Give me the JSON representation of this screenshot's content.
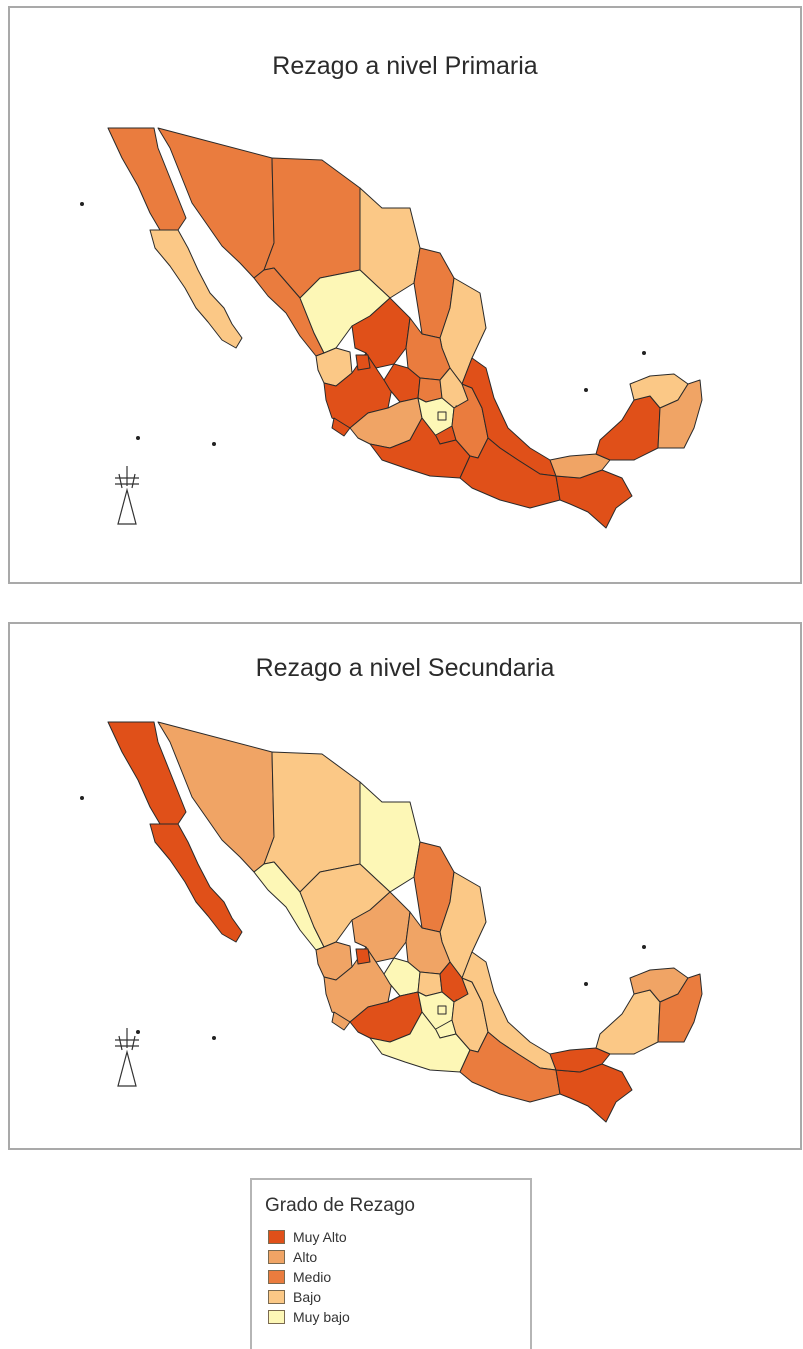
{
  "colors": {
    "muy_alto": "#e05019",
    "alto": "#f0a465",
    "medio": "#ea7c3e",
    "bajo": "#fbc886",
    "muy_bajo": "#fdf7b6"
  },
  "maps": [
    {
      "title": "Rezago a nivel Primaria",
      "states": {
        "baja_california": "medio",
        "baja_california_sur": "bajo",
        "sonora": "medio",
        "chihuahua": "medio",
        "coahuila": "bajo",
        "nuevo_leon": "medio",
        "tamaulipas": "bajo",
        "sinaloa": "medio",
        "durango": "muy_bajo",
        "zacatecas": "muy_alto",
        "san_luis_potosi": "medio",
        "nayarit": "bajo",
        "jalisco": "muy_alto",
        "aguascalientes": "muy_alto",
        "guanajuato": "muy_alto",
        "queretaro": "medio",
        "hidalgo": "bajo",
        "colima": "muy_alto",
        "michoacan": "alto",
        "mexico": "muy_bajo",
        "cdmx": "muy_bajo",
        "tlaxcala": "muy_bajo",
        "morelos": "muy_alto",
        "guerrero": "muy_alto",
        "puebla": "medio",
        "veracruz": "muy_alto",
        "oaxaca": "muy_alto",
        "chiapas": "muy_alto",
        "tabasco": "alto",
        "campeche": "muy_alto",
        "yucatan": "bajo",
        "quintana_roo": "alto"
      }
    },
    {
      "title": "Rezago a nivel Secundaria",
      "states": {
        "baja_california": "muy_alto",
        "baja_california_sur": "muy_alto",
        "sonora": "alto",
        "chihuahua": "bajo",
        "coahuila": "muy_bajo",
        "nuevo_leon": "medio",
        "tamaulipas": "bajo",
        "sinaloa": "muy_bajo",
        "durango": "bajo",
        "zacatecas": "alto",
        "san_luis_potosi": "alto",
        "nayarit": "alto",
        "jalisco": "alto",
        "aguascalientes": "muy_alto",
        "guanajuato": "muy_bajo",
        "queretaro": "bajo",
        "hidalgo": "muy_alto",
        "colima": "alto",
        "michoacan": "muy_alto",
        "mexico": "muy_bajo",
        "cdmx": "muy_bajo",
        "tlaxcala": "muy_bajo",
        "morelos": "muy_bajo",
        "guerrero": "muy_bajo",
        "puebla": "bajo",
        "veracruz": "bajo",
        "oaxaca": "medio",
        "chiapas": "muy_alto",
        "tabasco": "muy_alto",
        "campeche": "bajo",
        "yucatan": "alto",
        "quintana_roo": "medio"
      }
    }
  ],
  "legend": {
    "title": "Grado de Rezago",
    "items": [
      {
        "key": "muy_alto",
        "label": "Muy Alto"
      },
      {
        "key": "alto",
        "label": "Alto"
      },
      {
        "key": "medio",
        "label": "Medio"
      },
      {
        "key": "bajo",
        "label": "Bajo"
      },
      {
        "key": "muy_bajo",
        "label": "Muy bajo"
      }
    ]
  },
  "icons": {
    "north_arrow": "north-arrow-icon"
  }
}
